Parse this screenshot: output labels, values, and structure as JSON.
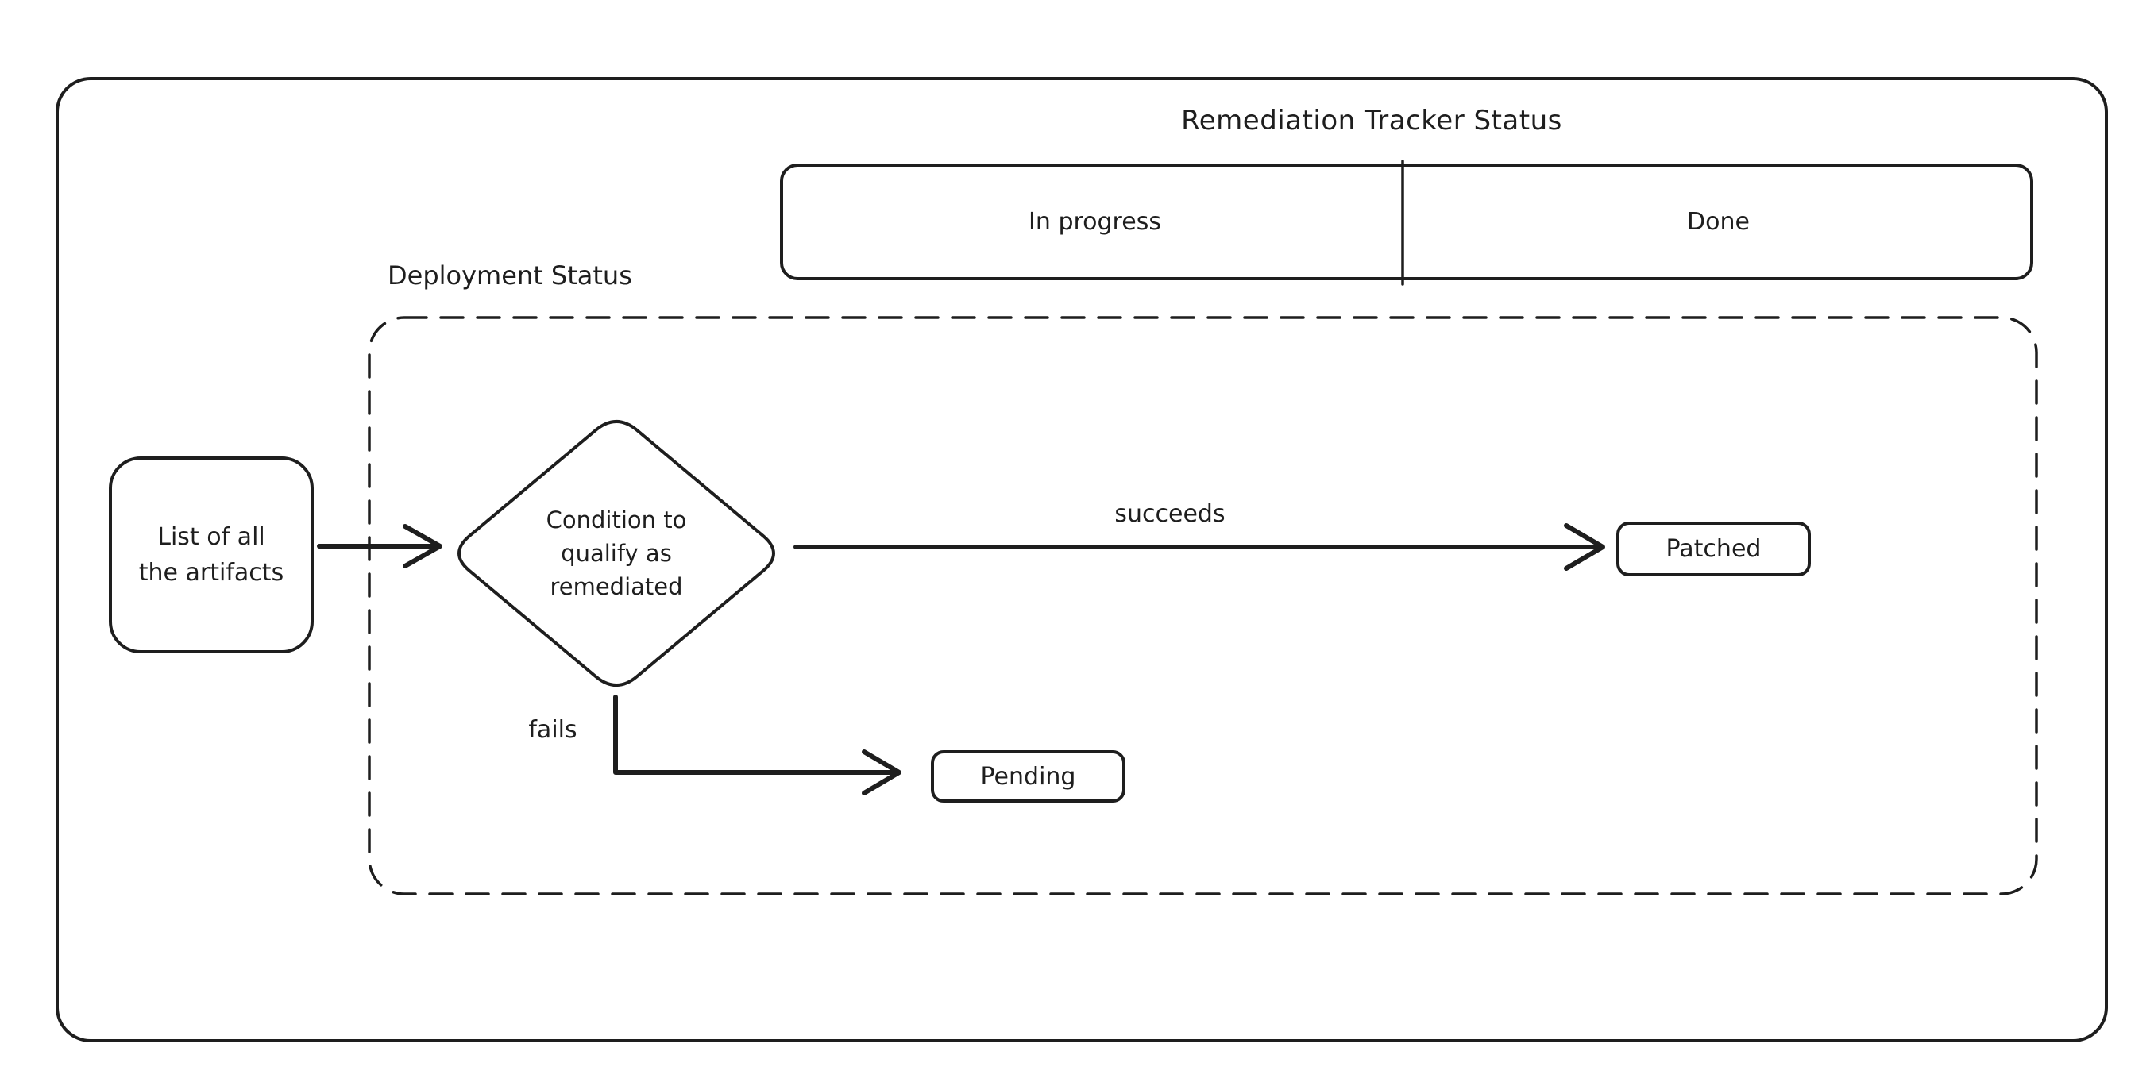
{
  "diagram": {
    "title": "Remediation Tracker Status",
    "tracker": {
      "left_label": "In progress",
      "right_label": "Done"
    },
    "deployment_group": {
      "label": "Deployment Status"
    },
    "nodes": {
      "artifacts": {
        "line1": "List of all",
        "line2": "the artifacts"
      },
      "condition": {
        "line1": "Condition to",
        "line2": "qualify as",
        "line3": "remediated"
      },
      "patched": {
        "label": "Patched"
      },
      "pending": {
        "label": "Pending"
      }
    },
    "edges": {
      "succeeds_label": "succeeds",
      "fails_label": "fails"
    },
    "colors": {
      "stroke": "#1e1e1e",
      "background": "#ffffff"
    }
  }
}
